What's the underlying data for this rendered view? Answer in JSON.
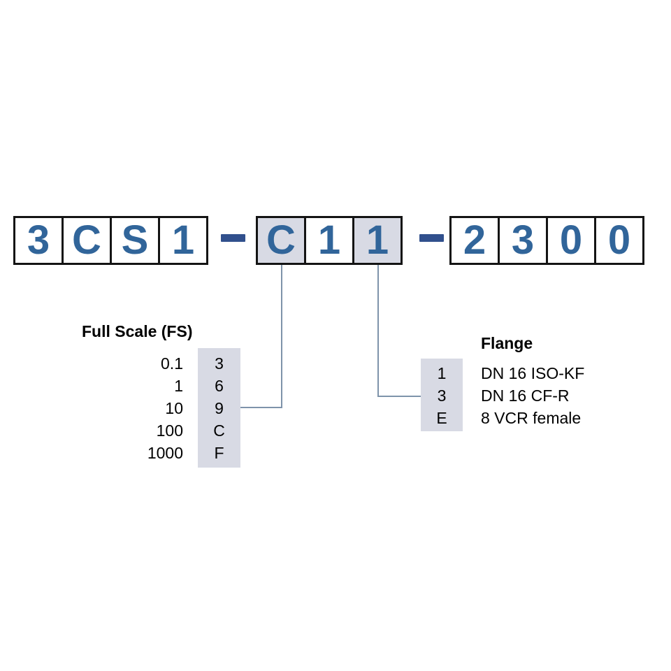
{
  "part_number": {
    "group1": [
      "3",
      "C",
      "S",
      "1"
    ],
    "group2": [
      "C",
      "1",
      "1"
    ],
    "group3": [
      "2",
      "3",
      "0",
      "0"
    ],
    "separator": "-"
  },
  "full_scale": {
    "title": "Full Scale (FS)",
    "rows": [
      {
        "value": "0.1",
        "code": "3"
      },
      {
        "value": "1",
        "code": "6"
      },
      {
        "value": "10",
        "code": "9"
      },
      {
        "value": "100",
        "code": "C"
      },
      {
        "value": "1000",
        "code": "F"
      }
    ]
  },
  "flange": {
    "title": "Flange",
    "rows": [
      {
        "code": "1",
        "label": "DN 16 ISO-KF"
      },
      {
        "code": "3",
        "label": "DN 16 CF-R"
      },
      {
        "code": "E",
        "label": "8 VCR female"
      }
    ]
  },
  "colors": {
    "code_text": "#31659a",
    "dash": "#31508d",
    "highlight_fill": "#d8dae4",
    "box_border": "#141414",
    "connector_line": "#7e93aa",
    "body_text": "#000000",
    "background": "#ffffff"
  }
}
